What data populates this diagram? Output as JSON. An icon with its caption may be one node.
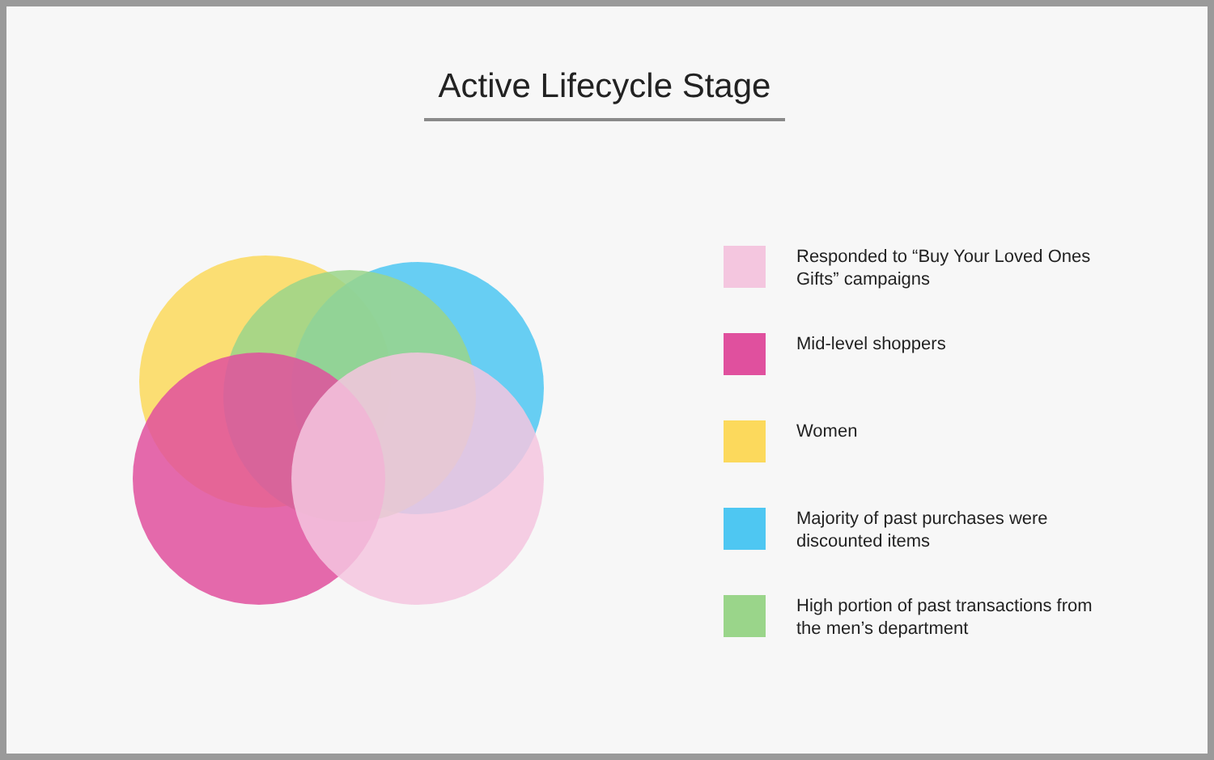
{
  "diagram": {
    "title": "Active Lifecycle Stage",
    "legend": [
      {
        "text": "Responded to “Buy Your Loved Ones Gifts” campaigns",
        "color": "#f4c6df"
      },
      {
        "text": "Mid-level shoppers",
        "color": "#e0509e"
      },
      {
        "text": "Women",
        "color": "#fcd95c"
      },
      {
        "text": "Majority of past purchases were discounted items",
        "color": "#4ec7f2"
      },
      {
        "text": "High portion of past transactions from the men’s department",
        "color": "#9ad58a"
      }
    ]
  }
}
